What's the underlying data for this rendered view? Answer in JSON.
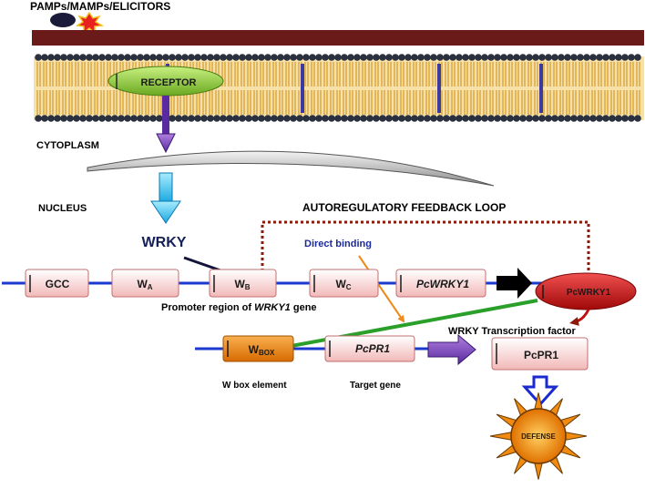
{
  "labels": {
    "elicitors": "PAMPs/MAMPs/ELICITORS",
    "receptor": "RECEPTOR",
    "cytoplasm": "CYTOPLASM",
    "nucleus": "NUCLEUS",
    "feedback_loop": "AUTOREGULATORY FEEDBACK LOOP",
    "direct_binding": "Direct binding",
    "wrky": "WRKY",
    "promoter_prefix": "Promoter region of ",
    "promoter_gene": "WRKY1",
    "promoter_suffix": " gene",
    "wrky_tf": "WRKY Transcription factor",
    "w_box_element": "W box element",
    "target_gene": "Target gene",
    "defense": "DEFENSE"
  },
  "gene_boxes": {
    "gcc": "GCC",
    "wa_main": "W",
    "wa_sub": "A",
    "wb_main": "W",
    "wb_sub": "B",
    "wc_main": "W",
    "wc_sub": "C",
    "pcwrky1": "PcWRKY1",
    "wbox_main": "W",
    "wbox_sub": "BOX",
    "pcpr1": "PcPR1"
  },
  "proteins": {
    "pcwrky1_protein": "PcWRKY1",
    "pcpr1_protein": "PcPR1"
  },
  "colors": {
    "cell_wall": "#6b1a1a",
    "lipid_head": "#2a3040",
    "lipid_tail": "#e0a030",
    "receptor": "#8fcf3a",
    "dna_line": "#1a3acf",
    "box_fill": "#f8d8d8",
    "wbox_fill": "#f08a1a",
    "pcwrky1_oval": "#d42020",
    "feedback_loop": "#8a1a0a",
    "green_arrow": "#2aa02a",
    "defense_sun": "#e88a10"
  }
}
